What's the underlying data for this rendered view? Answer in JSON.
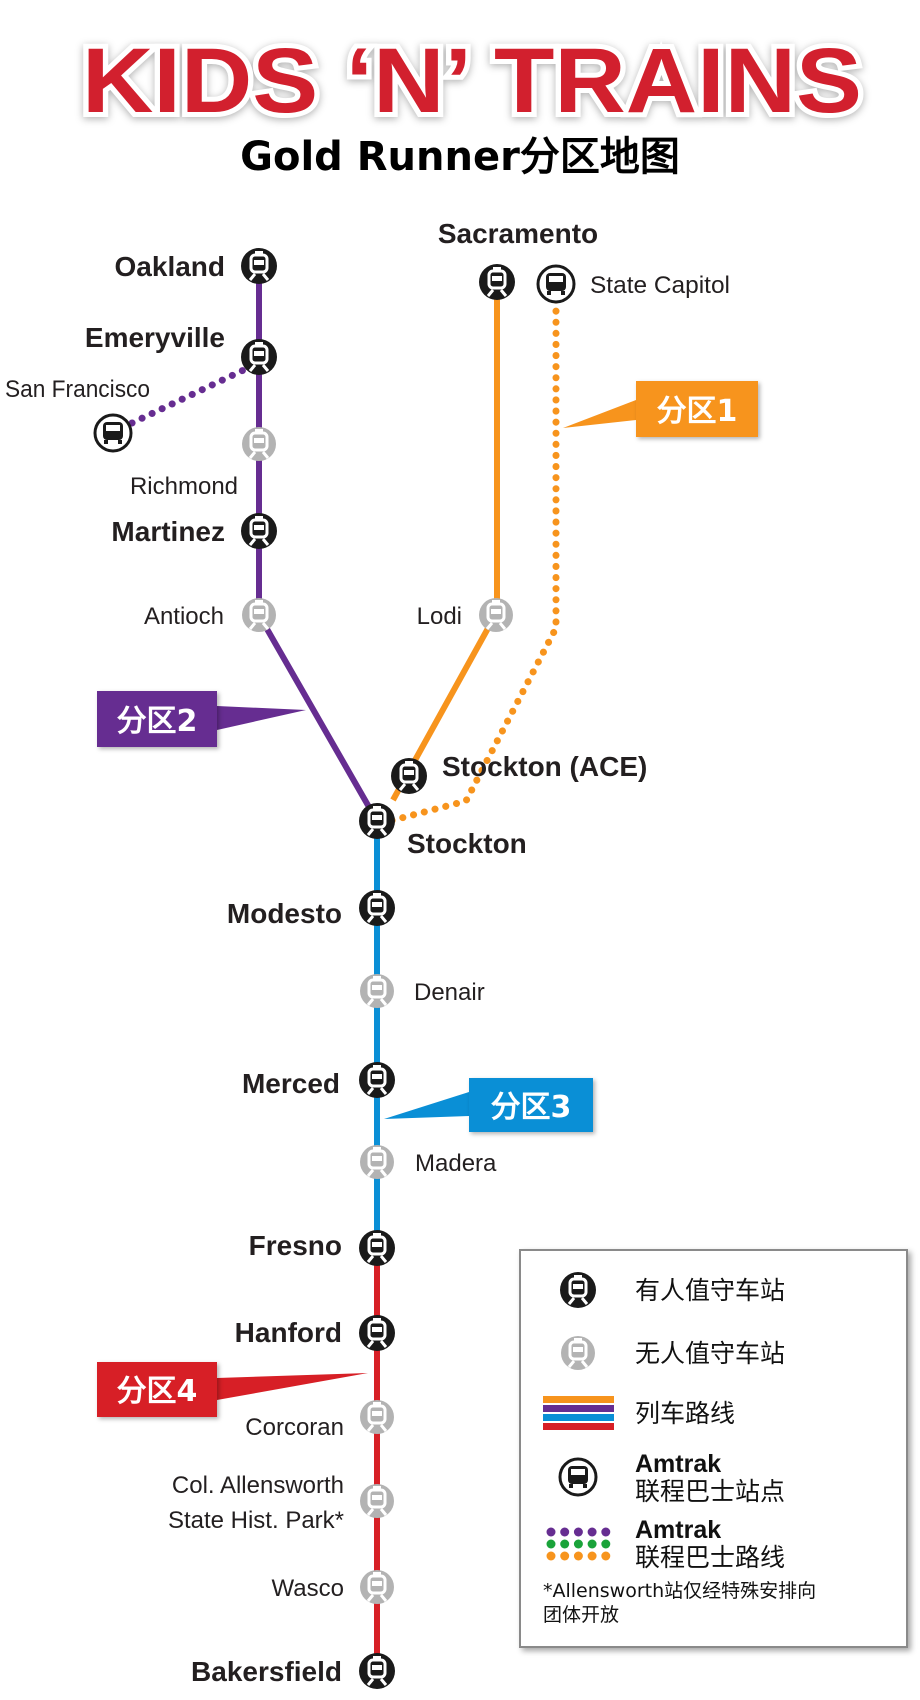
{
  "header": {
    "logo_text": "KIDS ‘N’ TRAINS",
    "subtitle": "Gold Runner分区地图"
  },
  "colors": {
    "zone1": "#f7941d",
    "zone2": "#662d91",
    "zone3": "#0a8fd6",
    "zone4": "#d71f26",
    "logo": "#d2202e"
  },
  "zones": [
    "分区1",
    "分区2",
    "分区3",
    "分区4"
  ],
  "stations": {
    "oakland": "Oakland",
    "emeryville": "Emeryville",
    "san_francisco": "San Francisco",
    "richmond": "Richmond",
    "martinez": "Martinez",
    "antioch": "Antioch",
    "sacramento": "Sacramento",
    "state_capitol": "State Capitol",
    "lodi": "Lodi",
    "stockton_ace": "Stockton (ACE)",
    "stockton": "Stockton",
    "modesto": "Modesto",
    "denair": "Denair",
    "merced": "Merced",
    "madera": "Madera",
    "fresno": "Fresno",
    "hanford": "Hanford",
    "corcoran": "Corcoran",
    "allensworth_1": "Col. Allensworth",
    "allensworth_2": "State Hist. Park*",
    "wasco": "Wasco",
    "bakersfield": "Bakersfield"
  },
  "legend": {
    "staffed": "有人值守车站",
    "unstaffed": "无人值守车站",
    "train_route": "列车路线",
    "bus_stop_1": "Amtrak",
    "bus_stop_2": "联程巴士站点",
    "bus_route_1": "Amtrak",
    "bus_route_2": "联程巴士路线",
    "footnote_1": "*Allensworth站仅经特殊安排向",
    "footnote_2": "团体开放"
  }
}
